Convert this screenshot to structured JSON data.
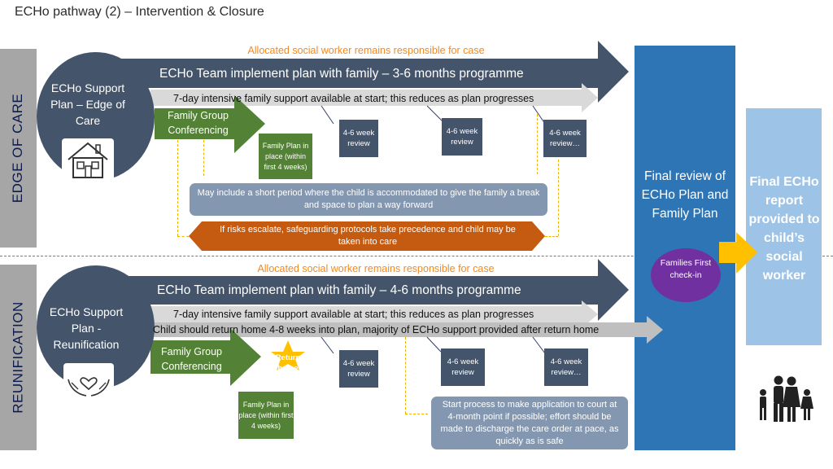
{
  "title": "ECHo pathway (2) – Intervention & Closure",
  "edge": {
    "band_label": "EDGE OF CARE",
    "allocated": "Allocated social worker remains responsible for case",
    "team_banner": "ECHo Team implement plan with family – 3-6 months programme",
    "support_circle": "ECHo Support Plan – Edge of Care",
    "support_bar": "7-day intensive family support available at start; this reduces as plan progresses",
    "fgc": "Family Group Conferencing",
    "family_plan": "Family Plan in place (within first 4 weeks)",
    "review_1": "4-6 week review",
    "review_2": "4-6 week review",
    "review_3": "4-6 week review…",
    "accommodated": "May include a short period where the child is accommodated to give the family a break and space to plan a way forward",
    "risks": "If risks escalate, safeguarding protocols take precedence and child may be taken into care"
  },
  "reunification": {
    "band_label": "REUNIFICATION",
    "allocated": "Allocated social worker remains responsible for case",
    "team_banner": "ECHo Team implement plan with family – 4-6 months programme",
    "support_circle": "ECHo Support Plan - Reunification",
    "support_bar": "7-day intensive family support available at start; this reduces as plan progresses",
    "return_bar": "Child should return home 4-8 weeks into plan, majority of ECHo support provided after return home",
    "fgc": "Family Group Conferencing",
    "return_home": "Return home",
    "family_plan": "Family Plan in place (within first 4 weeks)",
    "review_1": "4-6 week review",
    "review_2": "4-6 week review",
    "review_3": "4-6 week review…",
    "court": "Start process to make application to court at 4-month point if possible; effort should be made to discharge the care order at pace, as quickly as is safe"
  },
  "final_review": "Final review of ECHo Plan and Family Plan",
  "families_first": "Families First check-in",
  "final_report": "Final ECHo report provided to child’s social worker",
  "icons": [
    "house-icon",
    "heart-hands-icon",
    "family-icon",
    "yellow-arrow-icon",
    "star-icon"
  ],
  "colors": {
    "navy": "#44546a",
    "green": "#538135",
    "orange": "#c55a11",
    "blue": "#2e75b6",
    "light_blue": "#9dc3e6",
    "purple": "#7030a0",
    "yellow": "#ffc000",
    "band_grey": "#a6a6a6"
  }
}
